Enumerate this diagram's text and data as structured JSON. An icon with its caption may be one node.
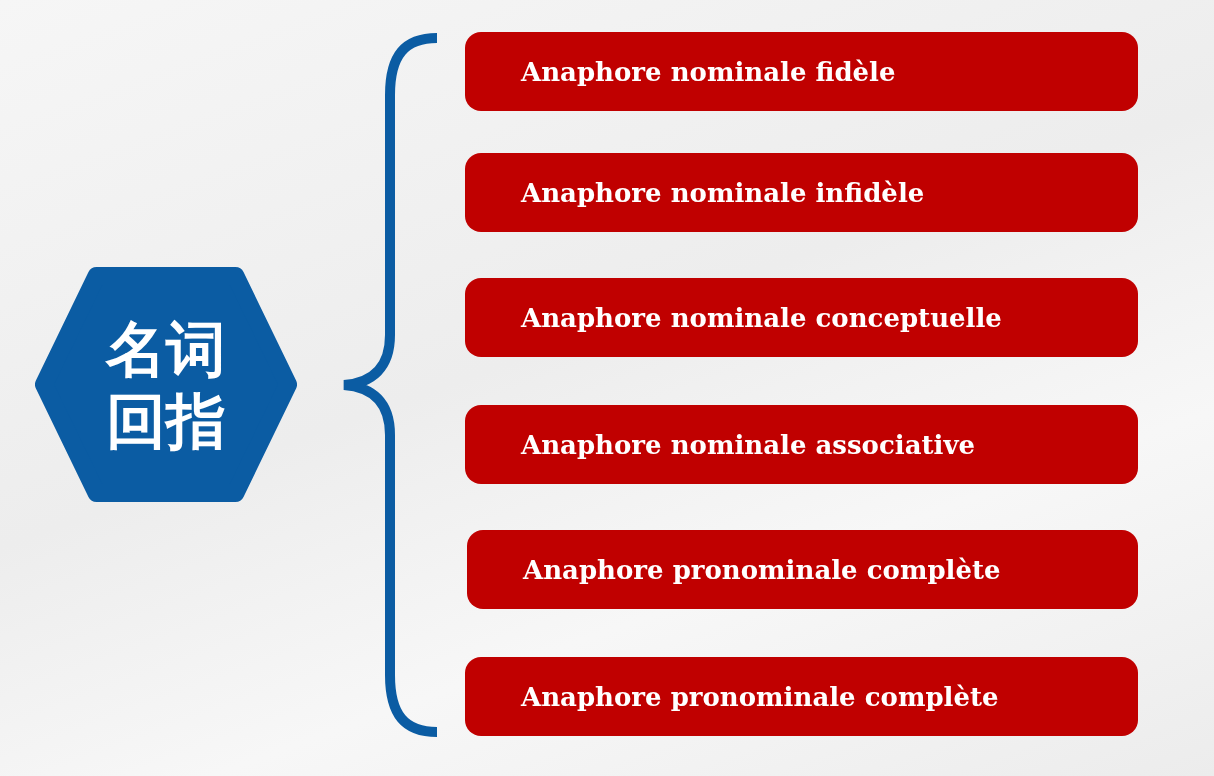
{
  "diagram": {
    "nodes": [
      {
        "text": [
          "名词回指"
        ]
      },
      {
        "text": [
          "Anaphore nominale fidèle"
        ]
      },
      {
        "text": [
          "Anaphore nominale infidèle"
        ]
      },
      {
        "text": [
          "Anaphore nominale conceptuelle"
        ]
      },
      {
        "text": [
          "Anaphore nominale associative"
        ]
      },
      {
        "text": [
          "Anaphore pronominale complète"
        ]
      },
      {
        "text": [
          "Anaphore pronominale complète"
        ]
      }
    ]
  }
}
